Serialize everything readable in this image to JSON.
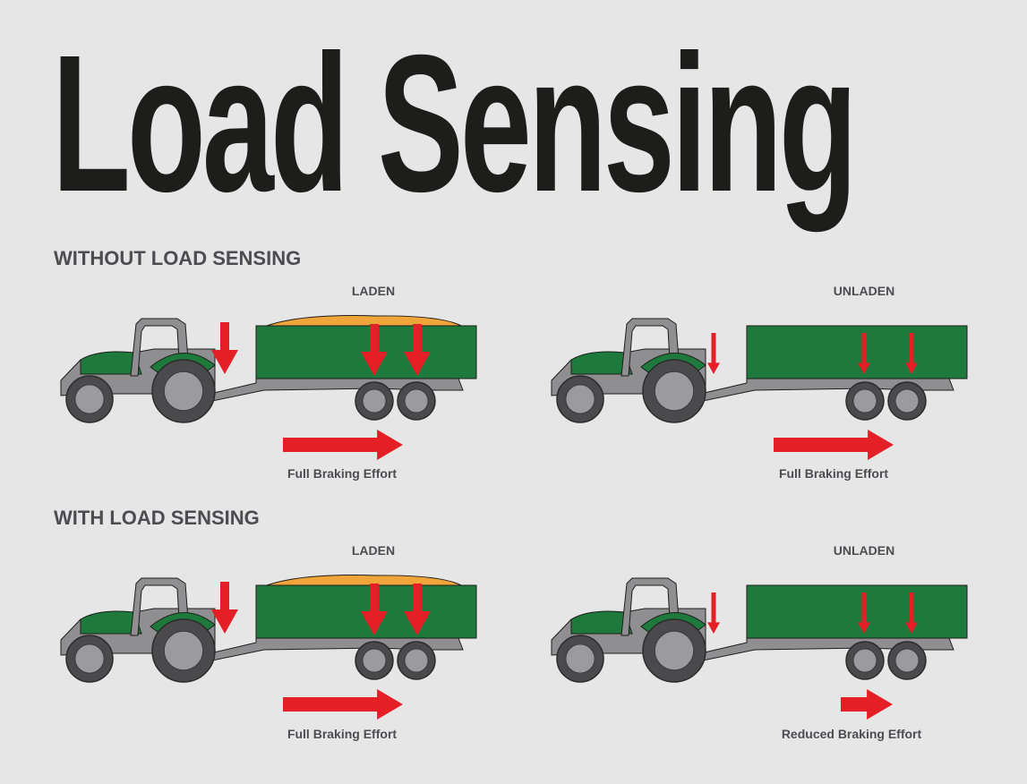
{
  "title": "Load Sensing",
  "sections": [
    {
      "heading": "WITHOUT LOAD SENSING",
      "panels": [
        {
          "label": "LADEN",
          "laden": true,
          "effort": "Full Braking Effort",
          "braking": "full"
        },
        {
          "label": "UNLADEN",
          "laden": false,
          "effort": "Full Braking Effort",
          "braking": "full"
        }
      ]
    },
    {
      "heading": "WITH LOAD SENSING",
      "panels": [
        {
          "label": "LADEN",
          "laden": true,
          "effort": "Full Braking Effort",
          "braking": "full"
        },
        {
          "label": "UNLADEN",
          "laden": false,
          "effort": "Reduced Braking Effort",
          "braking": "reduced"
        }
      ]
    }
  ],
  "colors": {
    "trailer_green": "#1d7a3c",
    "tractor_green": "#1d7a3c",
    "body_grey": "#8f8f91",
    "tyre_dark": "#4a4a4c",
    "hub_grey": "#9b9b9d",
    "load_orange": "#f0a53a",
    "arrow_red": "#e42026"
  }
}
